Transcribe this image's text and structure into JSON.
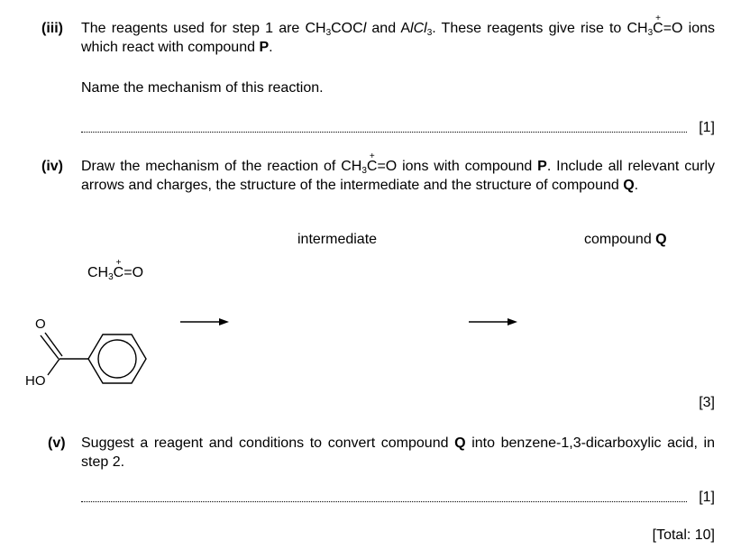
{
  "q3": {
    "label": "(iii)",
    "text_a": "The reagents used for step 1 are CH",
    "text_a_sub": "3",
    "text_b": "COC",
    "text_c": "l",
    "text_d": " and A",
    "text_e": "lCl",
    "text_e_sub": "3",
    "text_f": ". These reagents give rise to ",
    "ion_ch": "CH",
    "ion_sub": "3",
    "ion_c": "C",
    "ion_rest": "=O",
    "text_g": " ions which react with compound ",
    "compound": "P",
    "end": ".",
    "prompt": "Name the mechanism of this reaction.",
    "marks": "[1]"
  },
  "q4": {
    "label": "(iv)",
    "text_a": "Draw the mechanism of the reaction of ",
    "ion_ch": "CH",
    "ion_sub": "3",
    "ion_c": "C",
    "ion_rest": "=O",
    "text_b": " ions with compound ",
    "compound": "P",
    "text_c": ". Include all relevant curly arrows and charges, the structure of the intermediate and the structure of compound ",
    "compound_q": "Q",
    "end": ".",
    "intermediate_label": "intermediate",
    "compound_label": "compound ",
    "compound_label_bold": "Q",
    "reagent_ch": "CH",
    "reagent_sub": "3",
    "reagent_c": "C",
    "reagent_rest": "=O",
    "structure_o": "O",
    "structure_ho": "HO",
    "marks": "[3]"
  },
  "q5": {
    "label": "(v)",
    "text_a": "Suggest a reagent and conditions to convert compound ",
    "compound": "Q",
    "text_b": " into benzene-1,3-dicarboxylic acid, in step 2.",
    "marks": "[1]"
  },
  "total": "[Total: 10]"
}
